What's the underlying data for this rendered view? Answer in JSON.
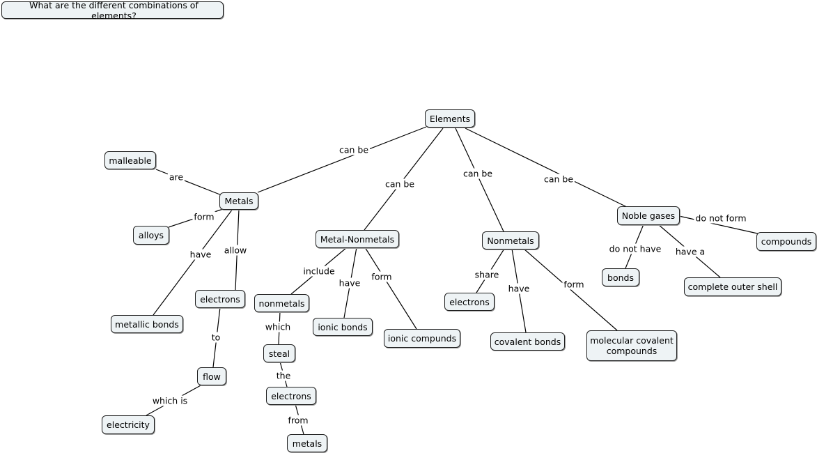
{
  "title": "What are the different combinations of elements?",
  "nodes": {
    "elements": "Elements",
    "metals": "Metals",
    "malleable": "malleable",
    "alloys": "alloys",
    "metallic_bonds": "metallic bonds",
    "electrons_metals": "electrons",
    "flow": "flow",
    "electricity": "electricity",
    "metal_nonmetals": "Metal-Nonmetals",
    "nonmetals_lower": "nonmetals",
    "steal": "steal",
    "electrons_steal": "electrons",
    "metals_lower": "metals",
    "ionic_bonds": "ionic bonds",
    "ionic_compunds": "ionic compunds",
    "nonmetals": "Nonmetals",
    "electrons_share": "electrons",
    "covalent_bonds": "covalent bonds",
    "molecular_covalent": "molecular covalent\ncompounds",
    "noble_gases": "Noble gases",
    "compounds": "compounds",
    "bonds": "bonds",
    "outer_shell": "complete outer shell"
  },
  "links": {
    "elements_metals": "can be",
    "elements_metal_nonmetals": "can be",
    "elements_nonmetals": "can be",
    "elements_noble": "can be",
    "metals_malleable": "are",
    "metals_alloys": "form",
    "metals_metallic": "have",
    "metals_electrons": "allow",
    "electrons_flow": "to",
    "flow_electricity": "which is",
    "mn_nonmetals": "include",
    "mn_ionic_bonds": "have",
    "mn_ionic_compunds": "form",
    "nonmetals_steal": "which",
    "steal_electrons": "the",
    "electrons_metals": "from",
    "nm_electrons": "share",
    "nm_covalent": "have",
    "nm_molecular": "form",
    "noble_compounds": "do not form",
    "noble_bonds": "do not have",
    "noble_shell": "have a"
  }
}
